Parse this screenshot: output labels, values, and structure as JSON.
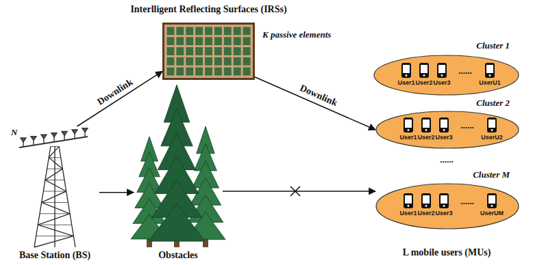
{
  "diagram": {
    "nodes": [
      {
        "text": [
          "Interlligent Reflecting Surfaces (IRSs)",
          "K passive elements"
        ]
      },
      {
        "text": [
          "Base Station (BS)"
        ]
      },
      {
        "text": [
          "Obstacles"
        ]
      },
      {
        "text": [
          "Cluster 1"
        ]
      },
      {
        "text": [
          "Cluster 2"
        ]
      },
      {
        "text": [
          "Cluster M"
        ]
      }
    ],
    "edges": [
      {
        "from": 1,
        "to": 0,
        "arrow": "to",
        "label": "Downlink"
      },
      {
        "from": 0,
        "to": 4,
        "arrow": "to",
        "label": "Downlink"
      },
      {
        "from": 1,
        "to": 2,
        "arrow": "to"
      },
      {
        "from": 2,
        "to": 5,
        "arrow": "to"
      }
    ],
    "labels": [
      "N",
      "User1",
      "User2",
      "User3",
      "......",
      "UserU1",
      "User1",
      "User2",
      "User3",
      "......",
      "UserU2",
      "User1",
      "User2",
      "User3",
      "......",
      "UserUM",
      "......",
      "L mobile users (MUs)"
    ]
  }
}
